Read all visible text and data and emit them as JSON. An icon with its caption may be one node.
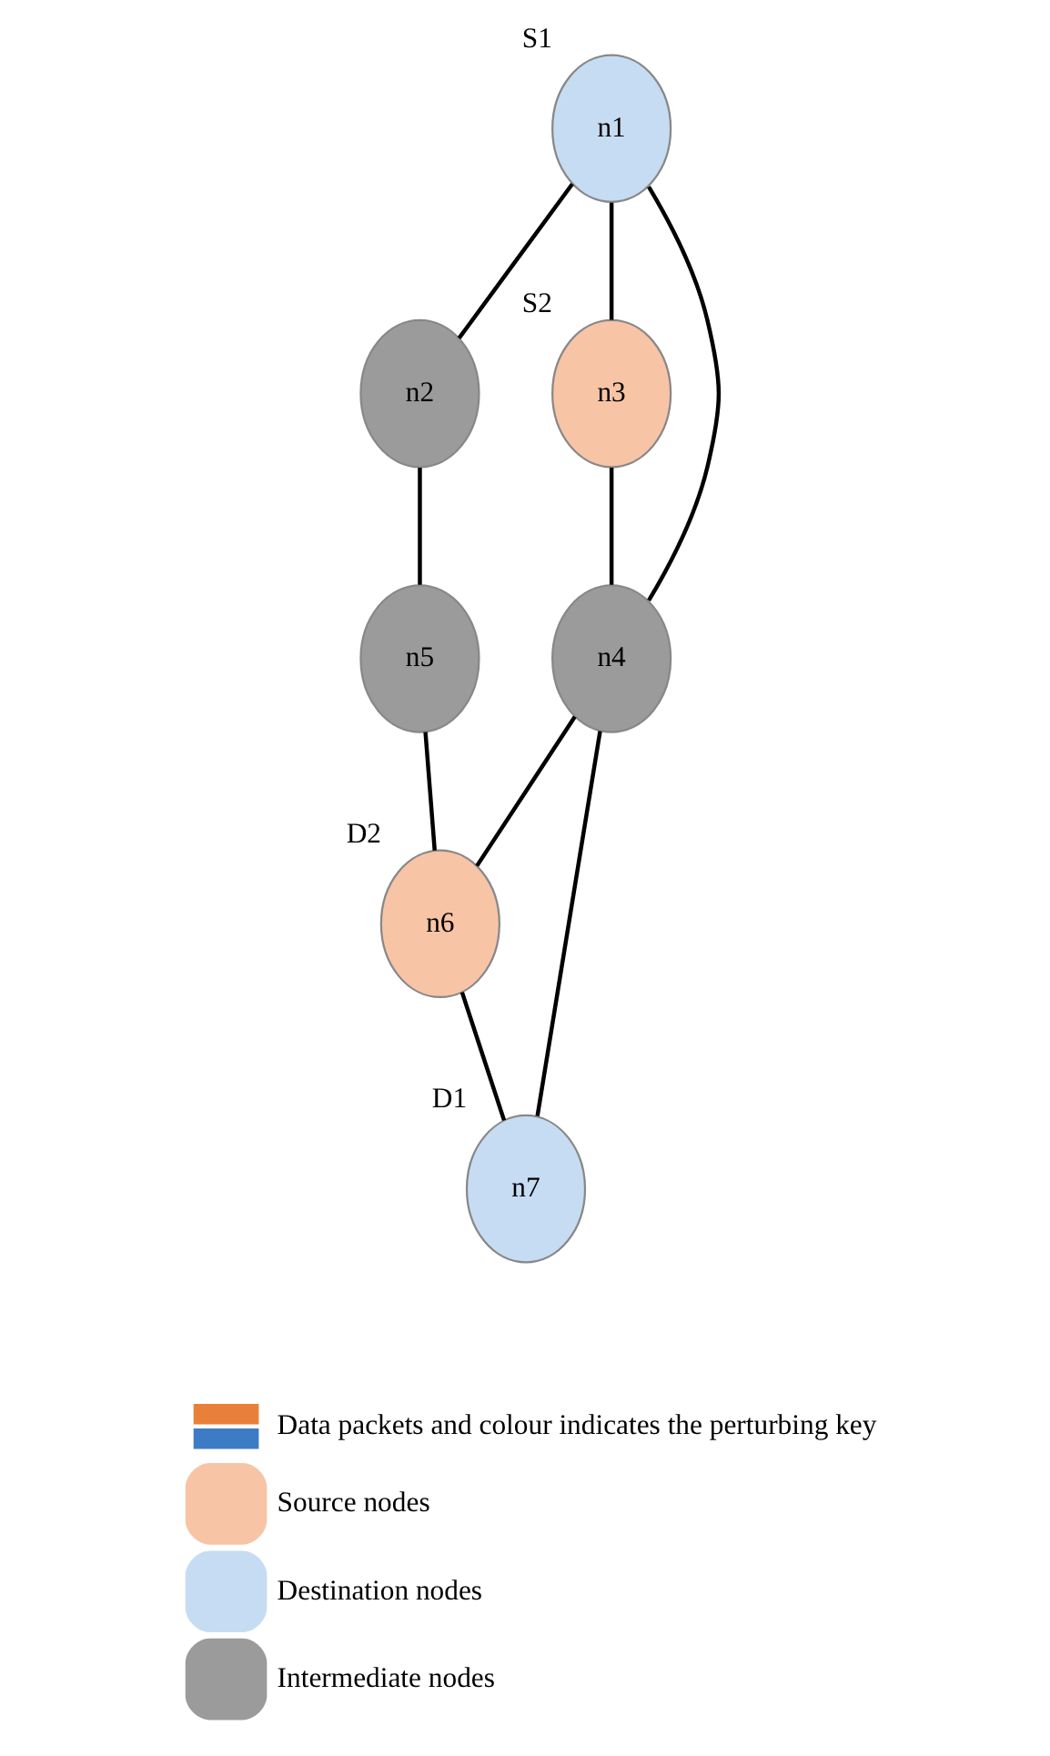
{
  "diagram": {
    "nodes": [
      {
        "text": [
          "n1"
        ],
        "beside": [
          "S1"
        ]
      },
      {
        "text": [
          "n2"
        ]
      },
      {
        "text": [
          "n5"
        ]
      },
      {
        "text": [
          "n3"
        ],
        "beside": [
          "S2"
        ]
      },
      {
        "text": [
          "n4"
        ]
      },
      {
        "text": [
          "n6"
        ],
        "beside": [
          "D2"
        ]
      },
      {
        "text": [
          "n7"
        ],
        "beside": [
          "D1"
        ]
      }
    ],
    "edges": [
      {
        "from": 0,
        "to": 1,
        "arrow": "none"
      },
      {
        "from": 1,
        "to": 2,
        "arrow": "none"
      },
      {
        "from": 2,
        "to": 5,
        "arrow": "none"
      },
      {
        "from": 0,
        "to": 3,
        "arrow": "none"
      },
      {
        "from": 0,
        "to": 4,
        "arrow": "none"
      },
      {
        "from": 3,
        "to": 4,
        "arrow": "none"
      },
      {
        "from": 4,
        "to": 5,
        "arrow": "none"
      },
      {
        "from": 4,
        "to": 6,
        "arrow": "none"
      },
      {
        "from": 5,
        "to": 6,
        "arrow": "none"
      }
    ],
    "legend": [
      {
        "text": "Data packets and colour indicates the perturbing key"
      },
      {
        "text": "Source nodes",
        "color": "#f8c4a6"
      },
      {
        "text": "Destination nodes",
        "color": "#c6dcf3"
      },
      {
        "text": "Intermediate nodes",
        "color": "#9b9b9b"
      }
    ]
  }
}
